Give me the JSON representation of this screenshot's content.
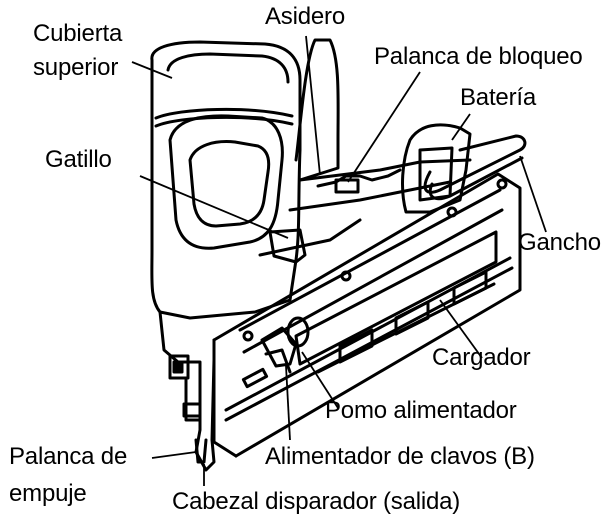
{
  "labels": {
    "cubierta_1": "Cubierta",
    "cubierta_2": "superior",
    "asidero": "Asidero",
    "palanca_bloqueo": "Palanca de bloqueo",
    "bateria": "Batería",
    "gatillo": "Gatillo",
    "gancho": "Gancho",
    "cargador": "Cargador",
    "pomo": "Pomo alimentador",
    "alimentador": "Alimentador de clavos (B)",
    "palanca_empuje_1": "Palanca de",
    "palanca_empuje_2": "empuje",
    "cabezal": "Cabezal disparador (salida)"
  }
}
